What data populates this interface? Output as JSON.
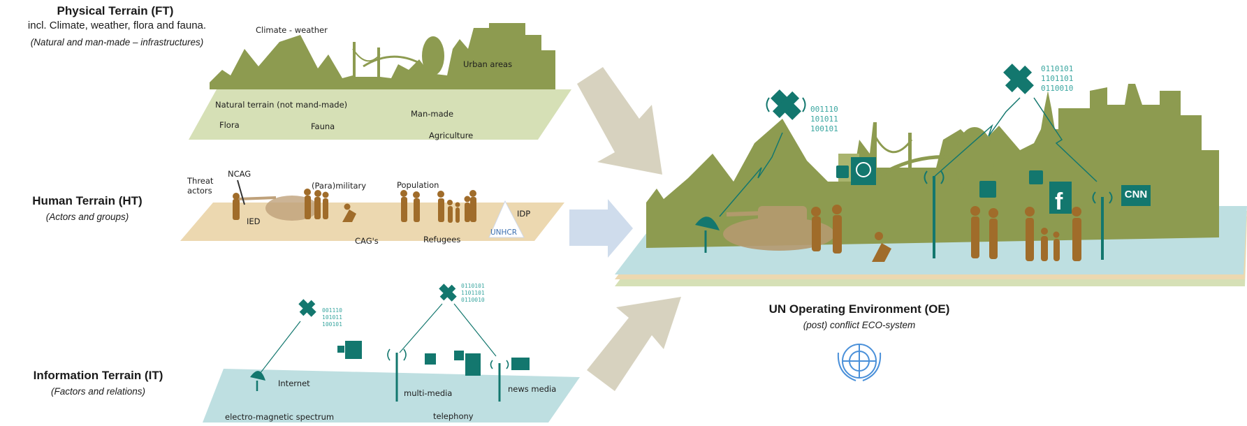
{
  "physical": {
    "title": "Physical Terrain (FT)",
    "subtitle": "incl. Climate, weather, flora and fauna.",
    "note": "(Natural and man-made – infrastructures)",
    "labels": {
      "climate": "Climate - weather",
      "urban": "Urban areas",
      "natural": "Natural terrain (not mand-made)",
      "manmade": "Man-made",
      "flora": "Flora",
      "fauna": "Fauna",
      "agriculture": "Agriculture"
    }
  },
  "human": {
    "title": "Human Terrain (HT)",
    "note": "(Actors and groups)",
    "labels": {
      "threat": "Threat\nactors",
      "ncag": "NCAG",
      "paramilitary": "(Para)military",
      "population": "Population",
      "ied": "IED",
      "cags": "CAG's",
      "refugees": "Refugees",
      "idp": "IDP",
      "unhcr": "UNHCR"
    }
  },
  "information": {
    "title": "Information Terrain (IT)",
    "note": "(Factors and relations)",
    "labels": {
      "internet": "Internet",
      "multimedia": "multi-media",
      "newsmedia": "news media",
      "spectrum": "electro-magnetic spectrum",
      "telephony": "telephony"
    },
    "binary_a": "001110\n101011\n100101",
    "binary_b": "0110101\n1101101\n0110010"
  },
  "oe": {
    "title": "UN Operating Environment (OE)",
    "subtitle": "(post) conflict ECO-system",
    "binary_a": "001110\n101011\n100101",
    "binary_b": "0110101\n1101101\n0110010",
    "cnn": "CNN"
  },
  "colors": {
    "olive": "#8d9b50",
    "olive_light": "#a9b46e",
    "brown": "#a06c2a",
    "teal": "#13776e",
    "plane_green": "#d6e0b6",
    "plane_tan": "#ecd8b0",
    "plane_teal": "#bedfe1",
    "arrow_tan": "#d7d2bf",
    "arrow_blue": "#cfdcec",
    "un_blue": "#4a90d9"
  }
}
